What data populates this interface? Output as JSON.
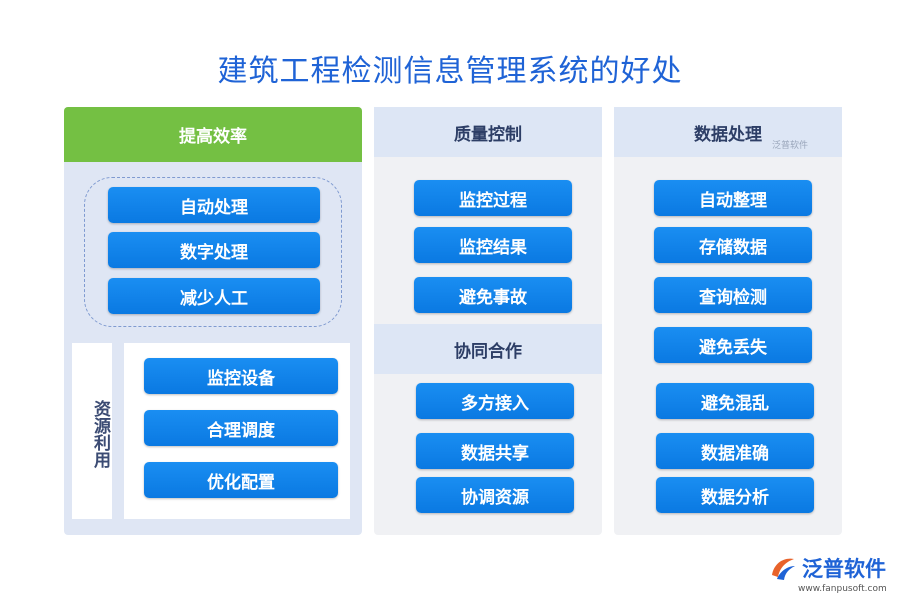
{
  "title": "建筑工程检测信息管理系统的好处",
  "efficiency": {
    "header": "提高效率",
    "items": [
      "自动处理",
      "数字处理",
      "减少人工"
    ]
  },
  "resources": {
    "label": "资源利用",
    "items": [
      "监控设备",
      "合理调度",
      "优化配置"
    ]
  },
  "quality": {
    "header": "质量控制",
    "items": [
      "监控过程",
      "监控结果",
      "避免事故"
    ]
  },
  "collab": {
    "header": "协同合作",
    "items": [
      "多方接入",
      "数据共享",
      "协调资源"
    ]
  },
  "data_proc": {
    "header": "数据处理",
    "watermark": "泛普软件",
    "items": [
      "自动整理",
      "存储数据",
      "查询检测",
      "避免丢失",
      "避免混乱",
      "数据准确",
      "数据分析"
    ]
  },
  "logo": {
    "name": "泛普软件",
    "url": "www.fanpusoft.com"
  },
  "colors": {
    "title": "#1f63d6",
    "button": "#0a79e2",
    "green_header": "#74c043",
    "panel_blue": "#dfe6f4",
    "panel_gray": "#f0f1f4"
  }
}
